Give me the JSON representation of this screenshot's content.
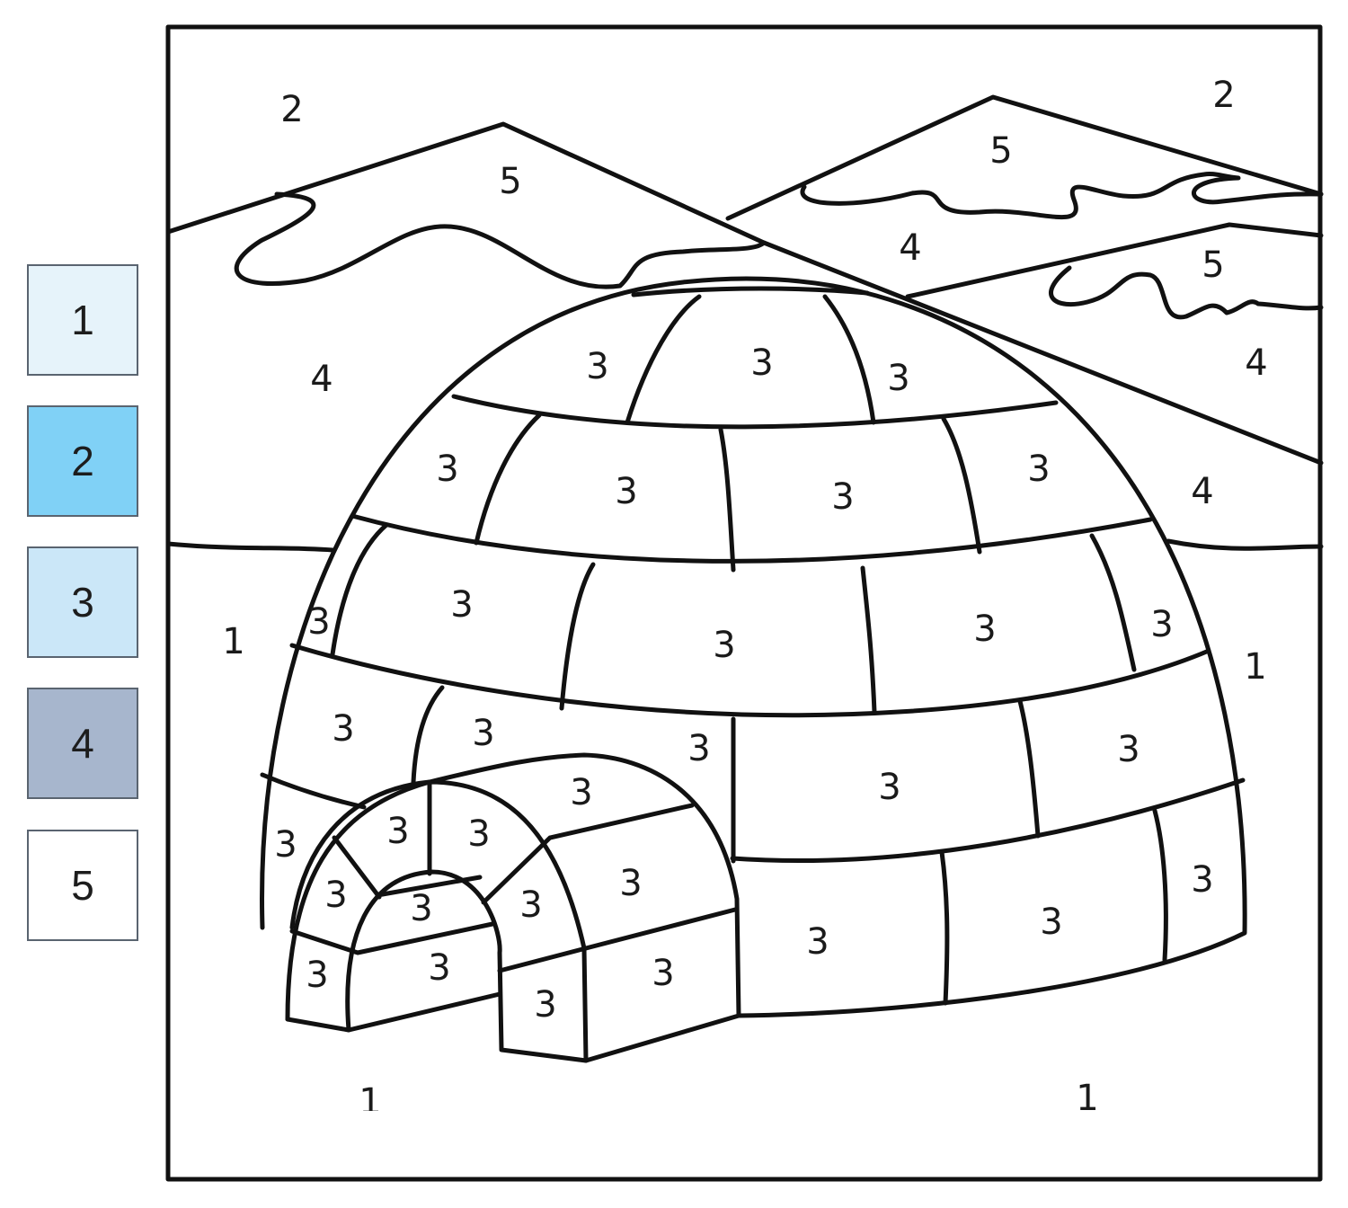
{
  "palette": [
    {
      "key": "1",
      "color": "#e6f3fa"
    },
    {
      "key": "2",
      "color": "#80d1f6"
    },
    {
      "key": "3",
      "color": "#cbe7f8"
    },
    {
      "key": "4",
      "color": "#a7b6cd"
    },
    {
      "key": "5",
      "color": "#ffffff"
    }
  ],
  "regions": {
    "sky_left": "2",
    "sky_right": "2",
    "snowcap_left": "5",
    "snowcap_right": "5",
    "snowcap_right_lower": "5",
    "mountain_left": "4",
    "mountain_center": "4",
    "mountain_right": "4",
    "mountain_right_lower": "4",
    "ground_left": "1",
    "ground_right": "1",
    "ground_bottom_left": "1",
    "ground_bottom_right": "1",
    "block": "3"
  }
}
